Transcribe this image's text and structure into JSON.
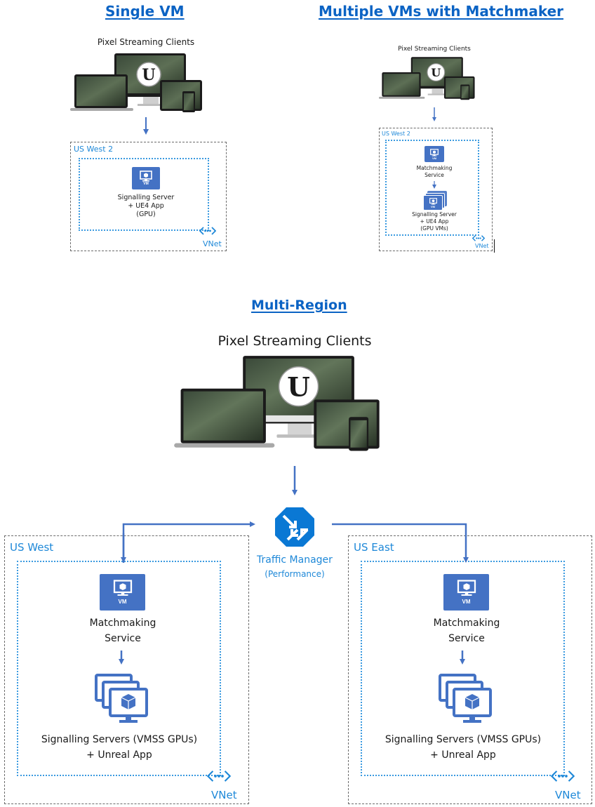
{
  "sections": {
    "single_vm": {
      "title": "Single VM",
      "clients_label": "Pixel Streaming Clients",
      "region_label": "US West 2",
      "vm_icon_text": "VM",
      "server_label_line1": "Signalling Server",
      "server_label_line2": "+ UE4 App",
      "server_label_line3": "(GPU)",
      "vnet_label": "VNet"
    },
    "multiple_vms": {
      "title": "Multiple VMs with Matchmaker",
      "clients_label": "Pixel Streaming Clients",
      "region_label": "US West 2",
      "vm_icon_text": "VM",
      "matchmaker_label_line1": "Matchmaking",
      "matchmaker_label_line2": "Service",
      "server_label_line1": "Signalling Server",
      "server_label_line2": "+ UE4 App",
      "server_label_line3": "(GPU VMs)",
      "vnet_label": "VNet"
    },
    "multi_region": {
      "title": "Multi-Region",
      "clients_label": "Pixel Streaming Clients",
      "traffic_manager_label": "Traffic Manager",
      "traffic_manager_mode": "(Performance)",
      "regions": [
        {
          "region_label": "US West",
          "vm_icon_text": "VM",
          "matchmaker_label_line1": "Matchmaking",
          "matchmaker_label_line2": "Service",
          "servers_label_line1": "Signalling Servers (VMSS GPUs)",
          "servers_label_line2": "+ Unreal App",
          "vnet_label": "VNet"
        },
        {
          "region_label": "US East",
          "vm_icon_text": "VM",
          "matchmaker_label_line1": "Matchmaking",
          "matchmaker_label_line2": "Service",
          "servers_label_line1": "Signalling Servers (VMSS GPUs)",
          "servers_label_line2": "+ Unreal App",
          "vnet_label": "VNet"
        }
      ]
    }
  },
  "colors": {
    "title_blue": "#0b63c4",
    "azure_blue": "#1e88d8",
    "vm_tile_blue": "#4472c4",
    "arrow_blue": "#4472c4",
    "traffic_manager_blue": "#0a78d4",
    "region_border_gray": "#6b6b6b"
  }
}
